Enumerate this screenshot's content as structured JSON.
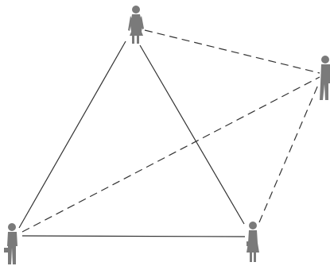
{
  "diagram": {
    "nodes": [
      {
        "id": "top",
        "icon": "person-woman-icon"
      },
      {
        "id": "right",
        "icon": "person-icon"
      },
      {
        "id": "bottom-left",
        "icon": "person-with-briefcase-icon"
      },
      {
        "id": "bottom-right",
        "icon": "person-woman-with-briefcase-icon"
      }
    ],
    "edges": [
      {
        "from": "top",
        "to": "bottom-left",
        "style": "solid"
      },
      {
        "from": "top",
        "to": "bottom-right",
        "style": "solid"
      },
      {
        "from": "bottom-left",
        "to": "bottom-right",
        "style": "solid"
      },
      {
        "from": "top",
        "to": "right",
        "style": "dashed"
      },
      {
        "from": "bottom-left",
        "to": "right",
        "style": "dashed"
      },
      {
        "from": "bottom-right",
        "to": "right",
        "style": "dashed"
      }
    ],
    "colors": {
      "line": "#333333",
      "figure": "#7a7a7a",
      "background": "#ffffff"
    }
  }
}
